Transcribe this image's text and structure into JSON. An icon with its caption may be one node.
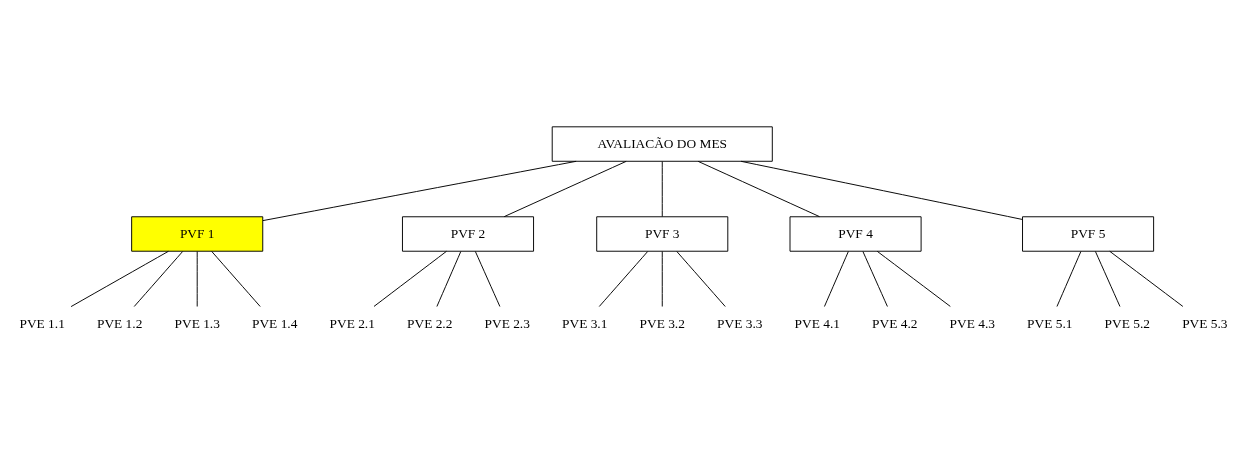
{
  "diagram": {
    "nodes": [
      {
        "text": [
          "AVALIACÃO DO MES"
        ]
      },
      {
        "text": [
          "PVF 1"
        ]
      },
      {
        "text": [
          "PVF 2"
        ]
      },
      {
        "text": [
          "PVF 3"
        ]
      },
      {
        "text": [
          "PVF 4"
        ]
      },
      {
        "text": [
          "PVF 5"
        ]
      },
      {
        "text": [
          "PVE 1.1"
        ]
      },
      {
        "text": [
          "PVE 1.2"
        ]
      },
      {
        "text": [
          "PVE 1.3"
        ]
      },
      {
        "text": [
          "PVE 1.4"
        ]
      },
      {
        "text": [
          "PVE 2.1"
        ]
      },
      {
        "text": [
          "PVE 2.2"
        ]
      },
      {
        "text": [
          "PVE 2.3"
        ]
      },
      {
        "text": [
          "PVE 3.1"
        ]
      },
      {
        "text": [
          "PVE 3.2"
        ]
      },
      {
        "text": [
          "PVE 3.3"
        ]
      },
      {
        "text": [
          "PVE 4.1"
        ]
      },
      {
        "text": [
          "PVE 4.2"
        ]
      },
      {
        "text": [
          "PVE 4.3"
        ]
      },
      {
        "text": [
          "PVE 5.1"
        ]
      },
      {
        "text": [
          "PVE 5.2"
        ]
      },
      {
        "text": [
          "PVE 5.3"
        ]
      }
    ],
    "edges": [
      {
        "from": 0,
        "to": 1,
        "arrow": "none"
      },
      {
        "from": 0,
        "to": 2,
        "arrow": "none"
      },
      {
        "from": 0,
        "to": 3,
        "arrow": "none"
      },
      {
        "from": 0,
        "to": 4,
        "arrow": "none"
      },
      {
        "from": 0,
        "to": 5,
        "arrow": "none"
      },
      {
        "from": 1,
        "to": 6,
        "arrow": "none"
      },
      {
        "from": 1,
        "to": 7,
        "arrow": "none"
      },
      {
        "from": 1,
        "to": 8,
        "arrow": "none"
      },
      {
        "from": 1,
        "to": 9,
        "arrow": "none"
      },
      {
        "from": 2,
        "to": 10,
        "arrow": "none"
      },
      {
        "from": 2,
        "to": 11,
        "arrow": "none"
      },
      {
        "from": 2,
        "to": 12,
        "arrow": "none"
      },
      {
        "from": 3,
        "to": 13,
        "arrow": "none"
      },
      {
        "from": 3,
        "to": 14,
        "arrow": "none"
      },
      {
        "from": 3,
        "to": 15,
        "arrow": "none"
      },
      {
        "from": 4,
        "to": 16,
        "arrow": "none"
      },
      {
        "from": 4,
        "to": 17,
        "arrow": "none"
      },
      {
        "from": 4,
        "to": 18,
        "arrow": "none"
      },
      {
        "from": 5,
        "to": 19,
        "arrow": "none"
      },
      {
        "from": 5,
        "to": 20,
        "arrow": "none"
      },
      {
        "from": 5,
        "to": 21,
        "arrow": "none"
      }
    ]
  }
}
